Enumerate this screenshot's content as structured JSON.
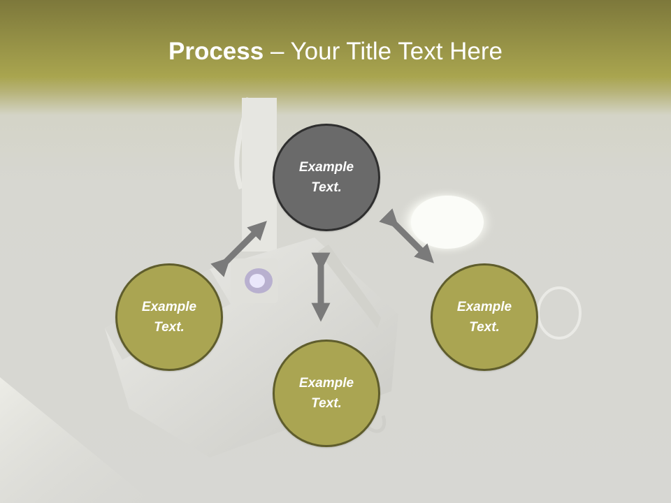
{
  "slide": {
    "title_strong": "Process",
    "title_dash": " – ",
    "title_rest": "Your Title Text Here"
  },
  "nodes": {
    "top": {
      "line1": "Example",
      "line2": "Text."
    },
    "left": {
      "line1": "Example",
      "line2": "Text."
    },
    "right": {
      "line1": "Example",
      "line2": "Text."
    },
    "bottom": {
      "line1": "Example",
      "line2": "Text."
    }
  },
  "colors": {
    "header_band": "#a9a54f",
    "node_fill": "#aaa552",
    "node_border": "#5f5d2c",
    "center_fill": "#6a6a6a",
    "arrow": "#7a7a7a"
  },
  "icons": {
    "arrows": "double-headed-arrow"
  }
}
